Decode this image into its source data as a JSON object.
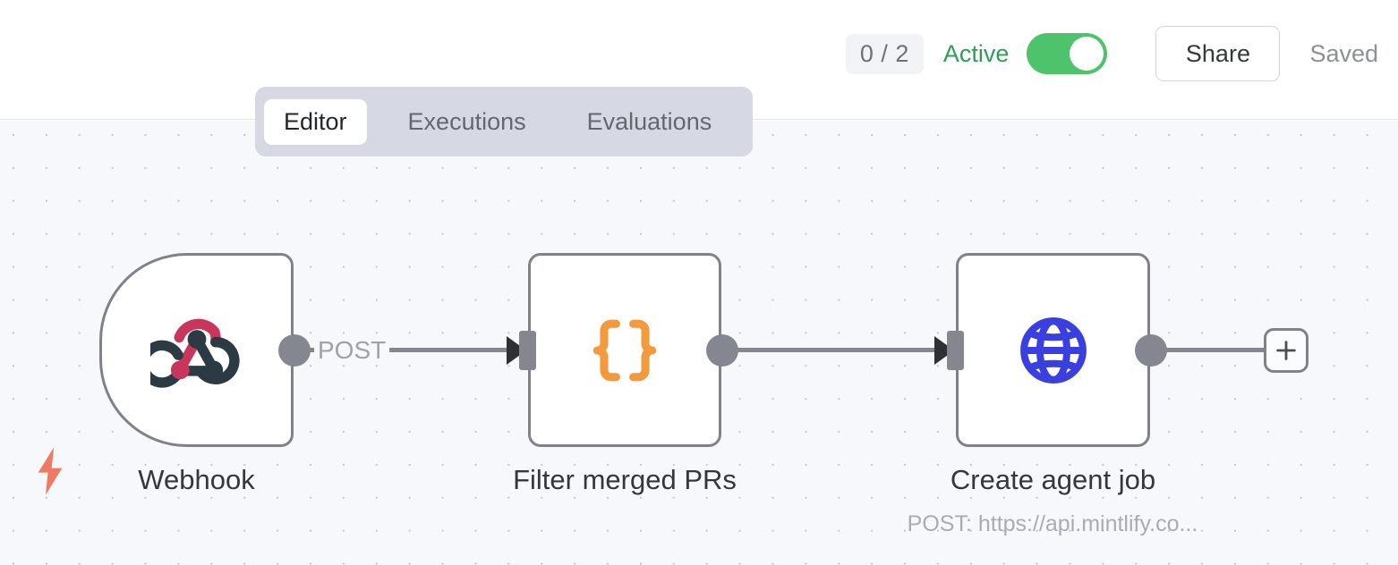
{
  "header": {
    "execution_count": "0 / 2",
    "active_label": "Active",
    "active_toggle_state": "on",
    "share_label": "Share",
    "saved_label": "Saved",
    "active_color": "#2f9e54",
    "toggle_on_color": "#4ec36c"
  },
  "tabs": {
    "items": [
      {
        "label": "Editor",
        "active": true
      },
      {
        "label": "Executions",
        "active": false
      },
      {
        "label": "Evaluations",
        "active": false
      }
    ]
  },
  "canvas": {
    "background_color": "#f7f8fb",
    "dot_color": "#c3c6d0",
    "nodes": [
      {
        "id": "webhook",
        "label": "Webhook",
        "sublabel": "",
        "icon": "webhook-icon",
        "icon_colors": [
          "#c9365b",
          "#2c3b43"
        ],
        "type": "trigger"
      },
      {
        "id": "filter",
        "label": "Filter merged PRs",
        "sublabel": "",
        "icon": "code-braces-icon",
        "icon_colors": [
          "#f49a3e"
        ],
        "type": "action"
      },
      {
        "id": "http",
        "label": "Create agent job",
        "sublabel": "POST: https://api.mintlify.co...",
        "icon": "globe-icon",
        "icon_colors": [
          "#3a3fe0"
        ],
        "type": "action"
      }
    ],
    "connections": [
      {
        "from": "webhook",
        "to": "filter",
        "label": "POST"
      },
      {
        "from": "filter",
        "to": "http",
        "label": ""
      }
    ],
    "add_node_label": "+",
    "trigger_icon": "lightning-bolt-icon",
    "trigger_icon_color": "#ee7a63",
    "port_color": "#848790",
    "node_border_color": "#7f8289"
  }
}
